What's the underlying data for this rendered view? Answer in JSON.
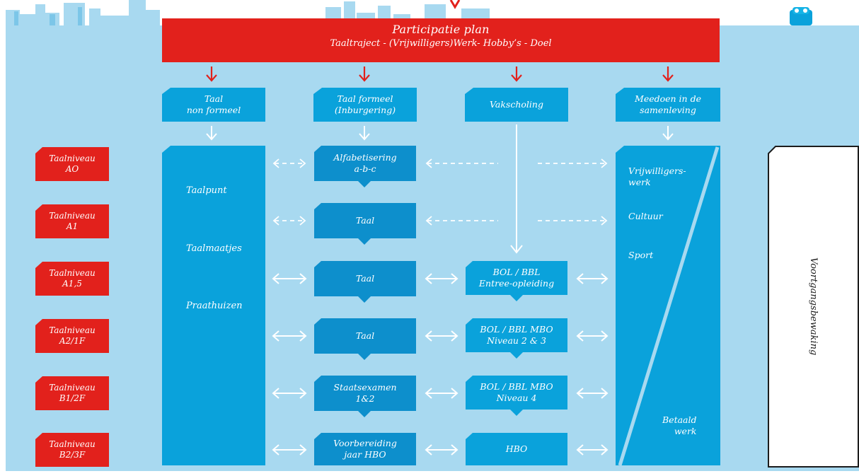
{
  "header": {
    "title": "Participatie plan",
    "subtitle": "Taaltraject - (Vrijwilligers)Werk- Hobby’s - Doel"
  },
  "categories": [
    "Taal\nnon formeel",
    "Taal formeel\n(Inburgering)",
    "Vakscholing",
    "Meedoen in de\nsamenleving"
  ],
  "levels": [
    "Taalniveau\nAO",
    "Taalniveau\nA1",
    "Taalniveau\nA1,5",
    "Taalniveau\nA2/1F",
    "Taalniveau\nB1/2F",
    "Taalniveau\nB2/3F"
  ],
  "non_formal_items": [
    "Taalpunt",
    "Taalmaatjes",
    "Praathuizen"
  ],
  "formal_steps": [
    "Alfabetisering\na-b-c",
    "Taal",
    "Taal",
    "Taal",
    "Staatsexamen\n1&2",
    "Voorbereiding\njaar HBO"
  ],
  "vocational_steps": [
    "BOL / BBL\nEntree-opleiding",
    "BOL / BBL MBO\nNiveau 2 & 3",
    "BOL / BBL MBO\nNiveau 4",
    "HBO"
  ],
  "society_items": [
    "Vrijwilligers-\nwerk",
    "Cultuur",
    "Sport"
  ],
  "society_paid": "Betaald\nwerk",
  "progress_label": "Voortgangsbewaking",
  "colors": {
    "red": "#e2211c",
    "panel": "#a8d9f0",
    "blue": "#0aa2db",
    "dark_blue": "#0d8fcc",
    "arrow_white": "#ffffff"
  }
}
